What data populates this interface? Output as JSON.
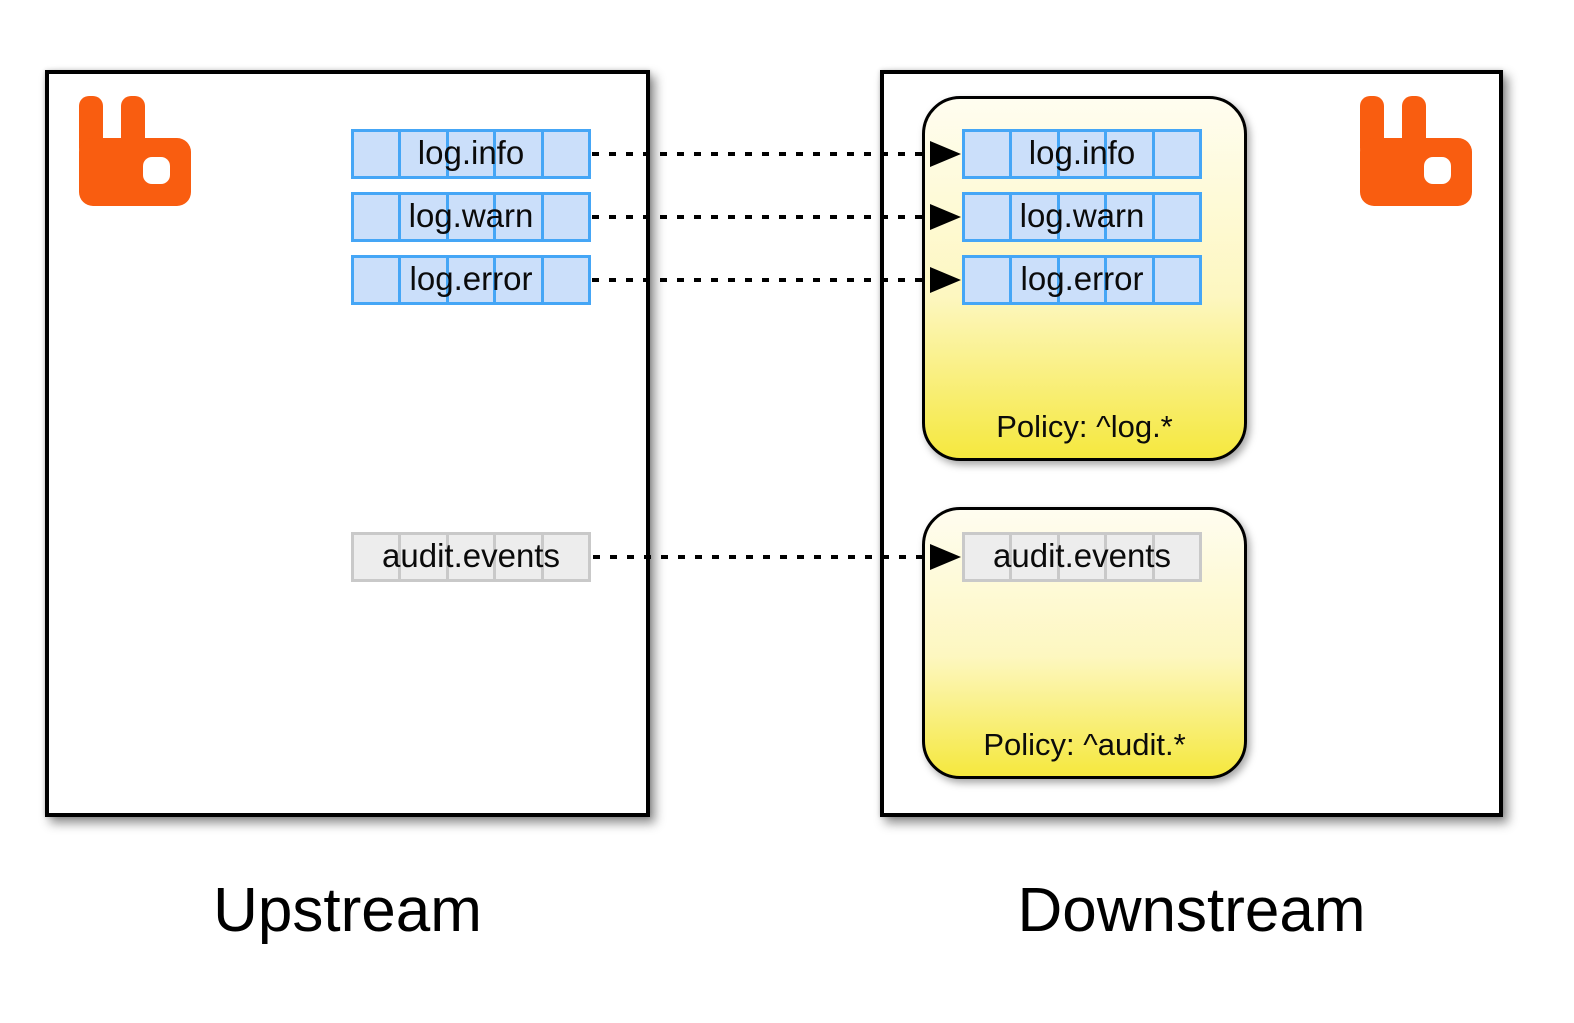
{
  "upstream": {
    "label": "Upstream",
    "queues": [
      {
        "label": "log.info"
      },
      {
        "label": "log.warn"
      },
      {
        "label": "log.error"
      },
      {
        "label": "audit.events"
      }
    ]
  },
  "downstream": {
    "label": "Downstream",
    "policies": [
      {
        "label": "Policy: ^log.*",
        "queues": [
          {
            "label": "log.info"
          },
          {
            "label": "log.warn"
          },
          {
            "label": "log.error"
          }
        ]
      },
      {
        "label": "Policy: ^audit.*",
        "queues": [
          {
            "label": "audit.events"
          }
        ]
      }
    ]
  },
  "icons": {
    "upstream_logo": "rabbitmq-logo",
    "downstream_logo": "rabbitmq-logo"
  },
  "colors": {
    "fed_fill": "#CBDFFA",
    "fed_border": "#45A6F6",
    "plain_fill": "#EDEDED",
    "plain_border": "#C9C9C9",
    "pol_top": "#FFFDF0",
    "pol_bottom": "#F5E83E",
    "logo_orange": "#F95D10",
    "link_color": "#000000"
  }
}
